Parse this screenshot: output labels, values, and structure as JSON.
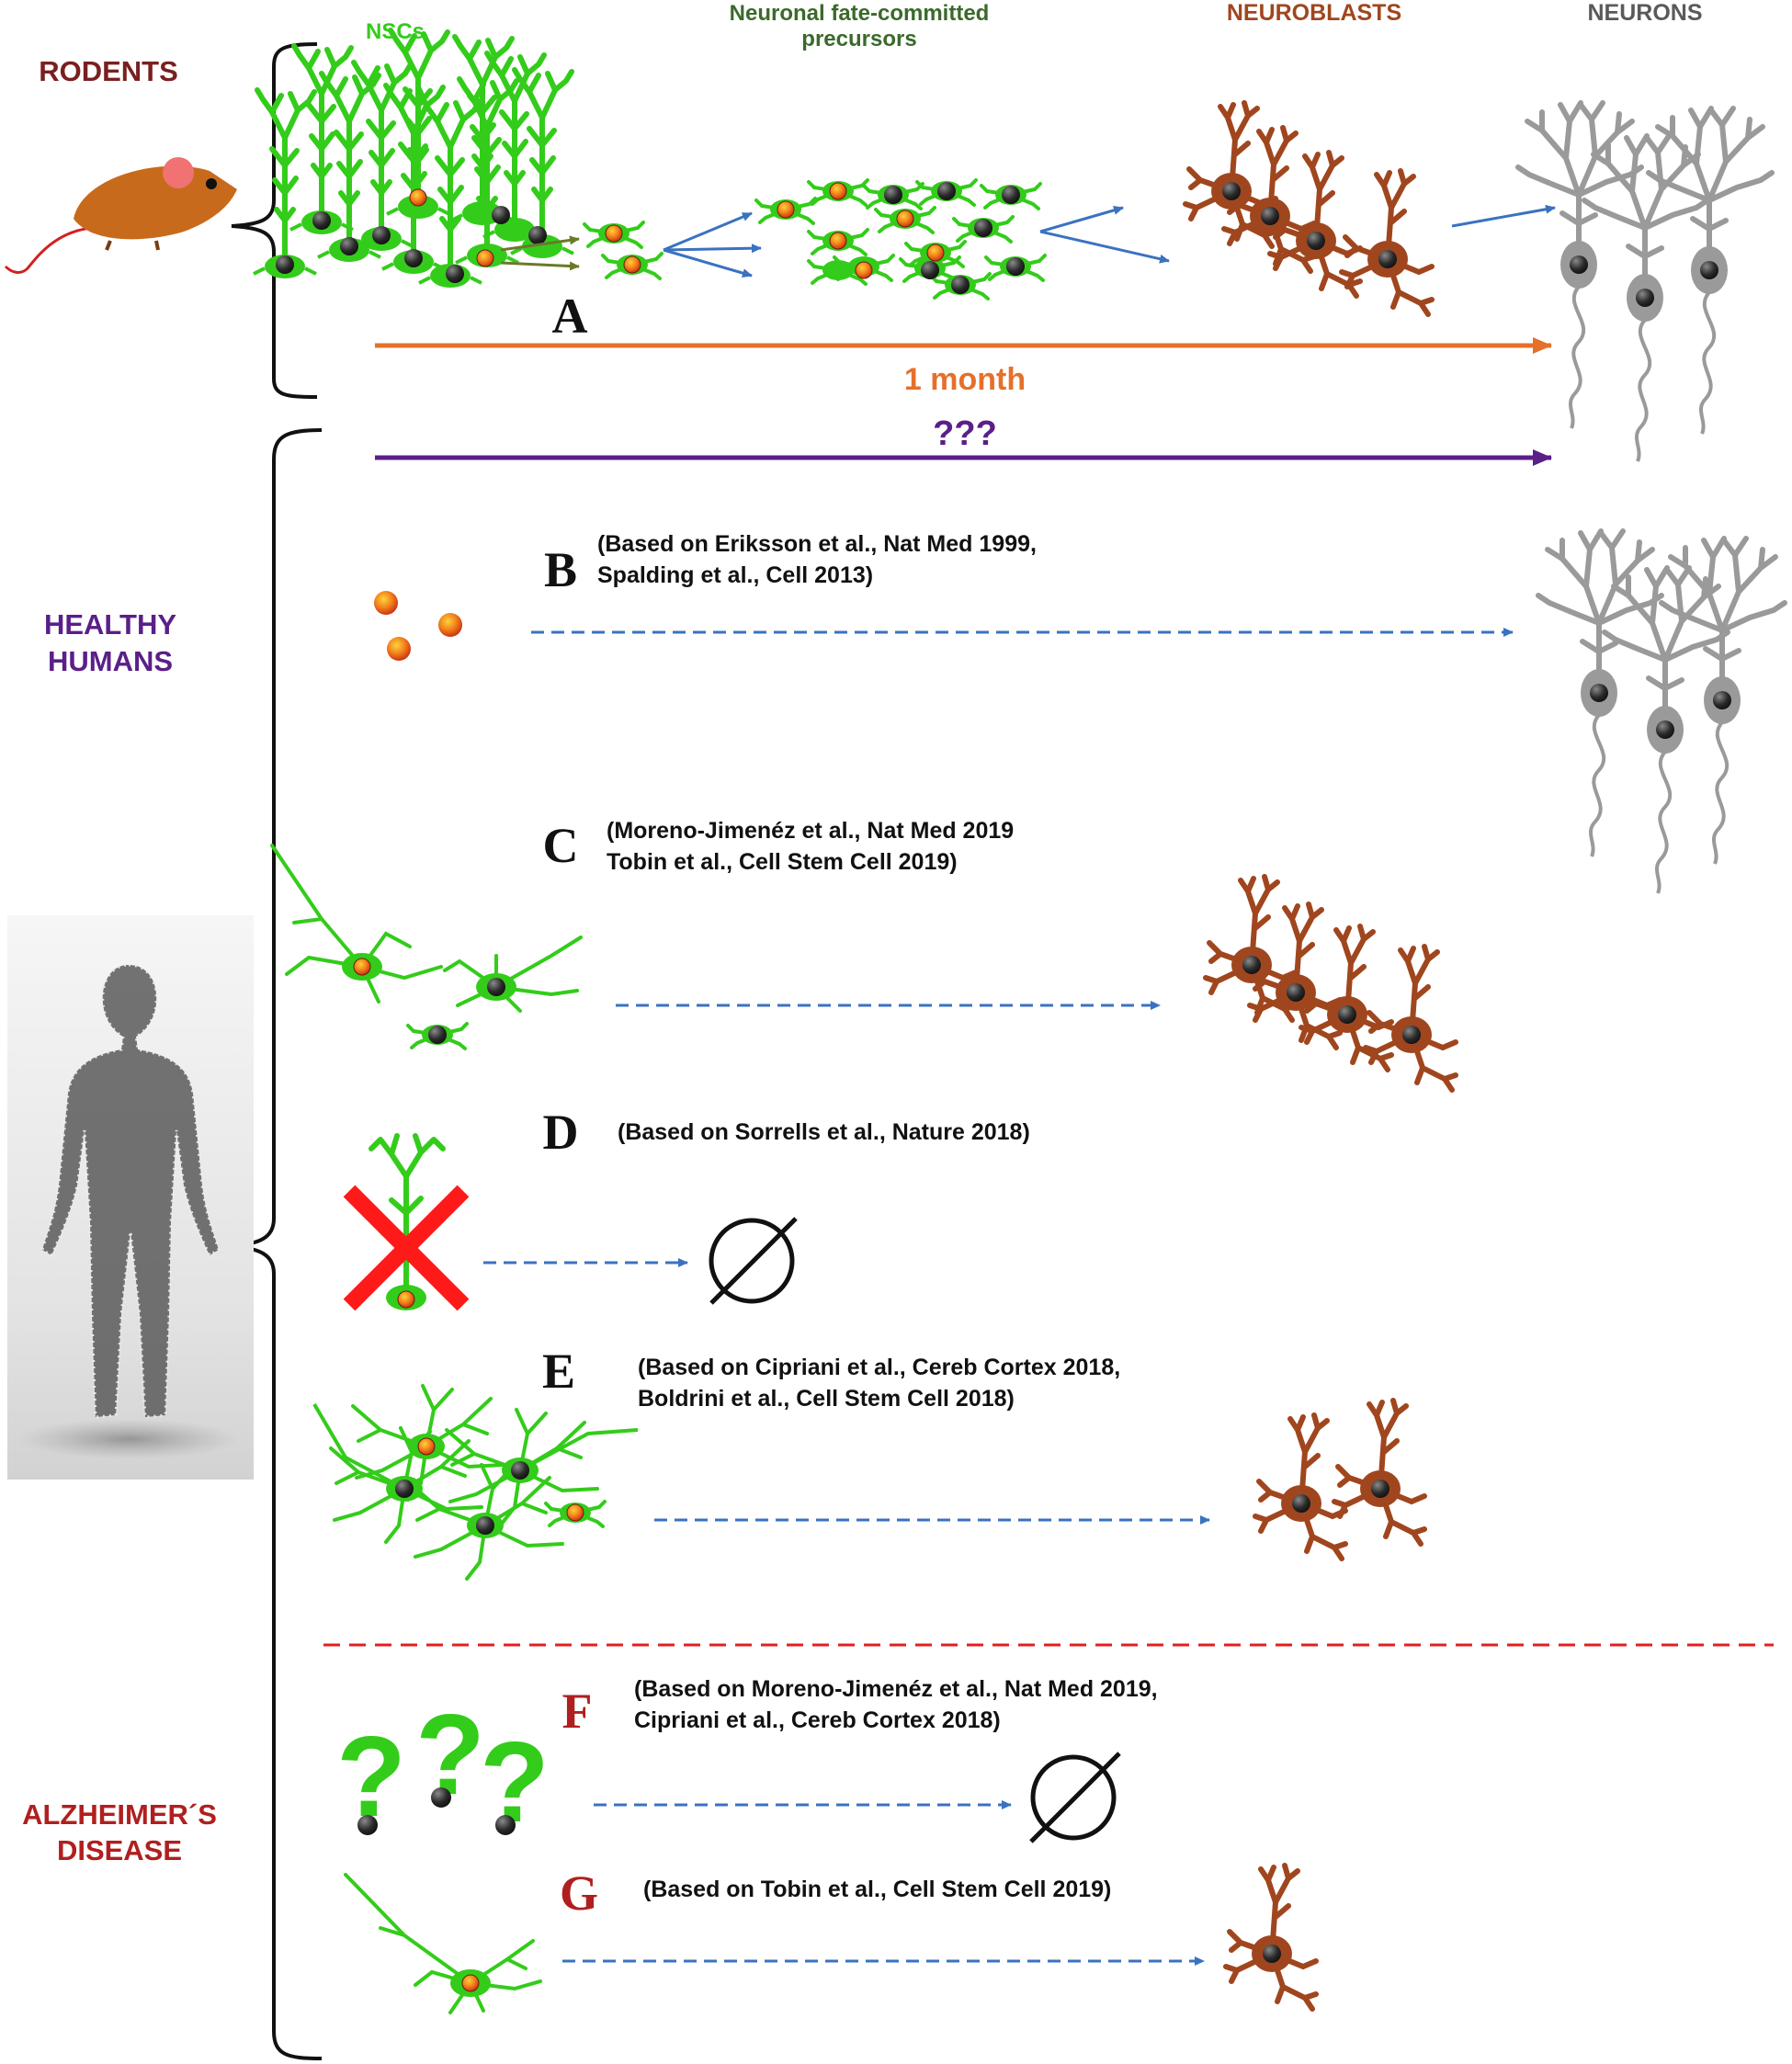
{
  "headers": {
    "nscs": "NSCs",
    "precursors_line1": "Neuronal fate-committed",
    "precursors_line2": "precursors",
    "neuroblasts": "NEUROBLASTS",
    "neurons": "NEURONS"
  },
  "groups": {
    "rodents": "RODENTS",
    "healthy_line1": "HEALTHY",
    "healthy_line2": "HUMANS",
    "alz_line1": "ALZHEIMER´S",
    "alz_line2": "DISEASE"
  },
  "timeline": {
    "rodent_duration": "1 month",
    "human_duration": "???"
  },
  "panels": {
    "A": {
      "letter": "A"
    },
    "B": {
      "letter": "B",
      "ref_line1": "(Based on Eriksson et al., Nat Med 1999,",
      "ref_line2": "Spalding et al.,  Cell 2013)"
    },
    "C": {
      "letter": "C",
      "ref_line1": "(Moreno-Jimenéz et al.,  Nat Med 2019",
      "ref_line2": "Tobin et al., Cell Stem Cell 2019)"
    },
    "D": {
      "letter": "D",
      "ref_line1": "(Based on Sorrells et al., Nature 2018)"
    },
    "E": {
      "letter": "E",
      "ref_line1": "(Based on Cipriani et al., Cereb Cortex 2018,",
      "ref_line2": "Boldrini et al., Cell Stem Cell 2018)"
    },
    "F": {
      "letter": "F",
      "ref_line1": "(Based on Moreno-Jimenéz et al.,  Nat Med 2019,",
      "ref_line2": "Cipriani et al., Cereb Cortex 2018)"
    },
    "G": {
      "letter": "G",
      "ref_line1": "(Based on Tobin et al., Cell Stem Cell 2019)"
    }
  },
  "symbols": {
    "empty_set": "∅",
    "question": "?"
  },
  "colors": {
    "nsc_green": "#33cc1a",
    "neuroblast_brown": "#a0461e",
    "neuron_gray": "#9a9a9a",
    "rodent_label": "#7a1f1f",
    "healthy_label": "#5a1f8a",
    "alz_label": "#b01f1f",
    "orange_arrow": "#e5702a",
    "purple_arrow": "#5a1f8a",
    "blue_arrow": "#3a72c0",
    "red_dashed": "#e02020",
    "red_letter": "#b01f1f",
    "mouse_body": "#c86a1c"
  }
}
